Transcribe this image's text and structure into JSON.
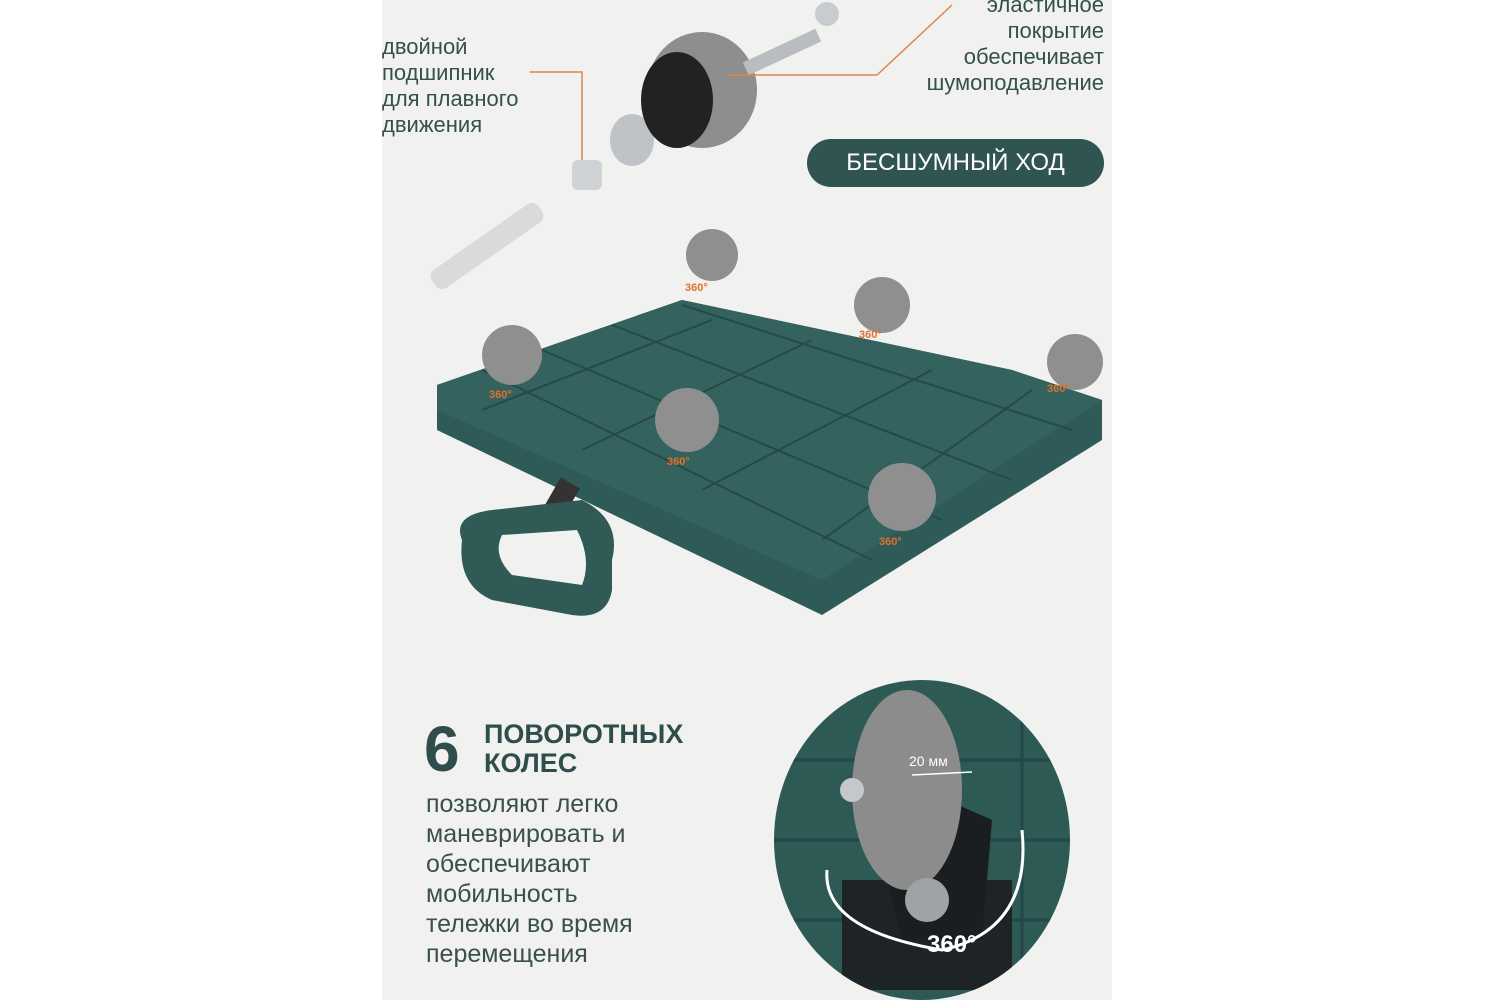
{
  "callouts": {
    "bearing": "двойной\nподшипник\nдля плавного\nдвижения",
    "coating": "эластичное\nпокрытие\nобеспечивает\nшумоподавление"
  },
  "badge": "БЕСШУМНЫЙ ХОД",
  "feature": {
    "number": "6",
    "title": "ПОВОРОТНЫХ\nКОЛЕС",
    "description": "позволяют легко\nманеврировать и\nобеспечивают\nмобильность\nтележки во время\nперемещения"
  },
  "wheel_labels": [
    "360°",
    "360°",
    "360°",
    "360°",
    "360°",
    "360°"
  ],
  "closeup": {
    "width_label": "20 мм",
    "rotation_label": "360°"
  },
  "colors": {
    "brand_green": "#2f5452",
    "accent_orange": "#e0702a"
  }
}
